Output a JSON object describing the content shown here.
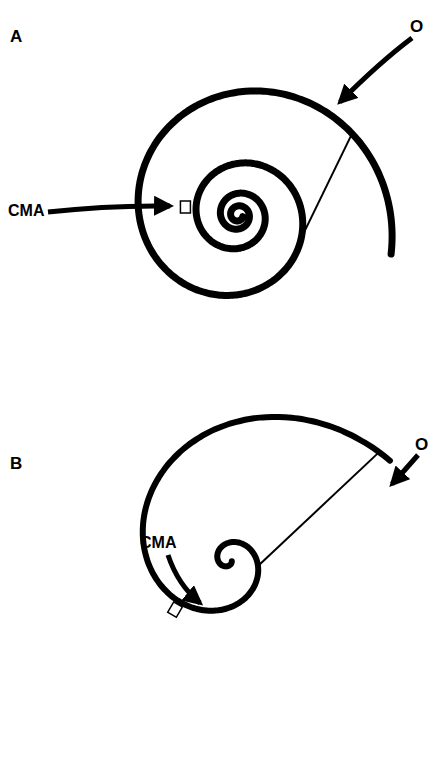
{
  "diagram": {
    "labels": [
      "A",
      "CMA",
      "O",
      "B",
      "CMA",
      "O"
    ]
  }
}
